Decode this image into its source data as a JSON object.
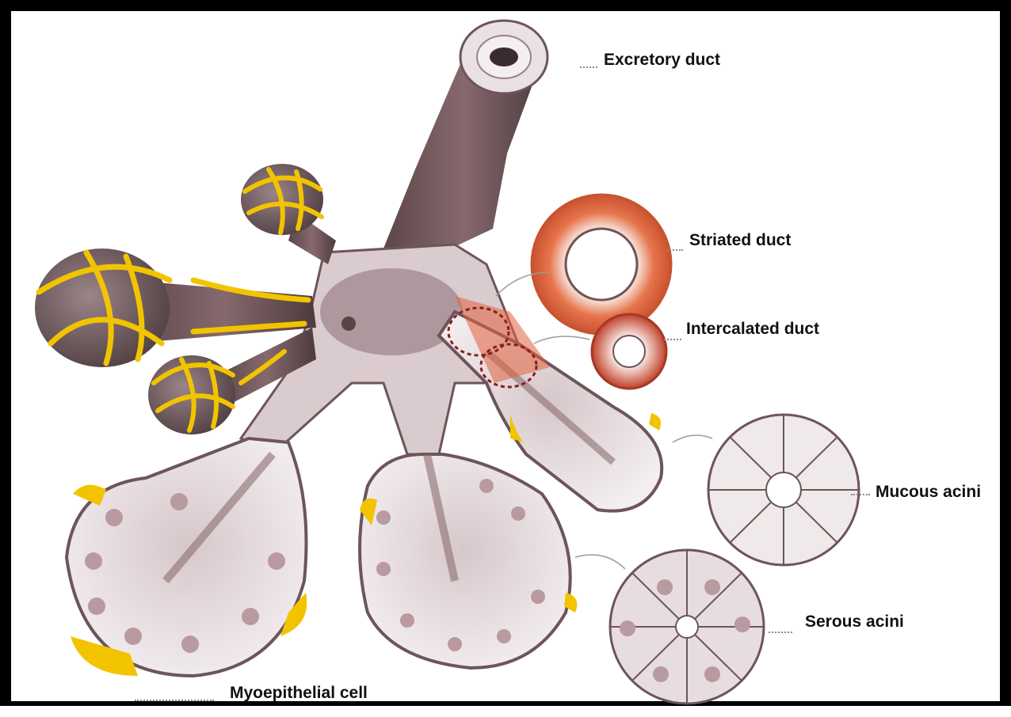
{
  "labels": {
    "excretory_duct": "Excretory duct",
    "striated_duct": "Striated duct",
    "intercalated_duct": "Intercalated duct",
    "mucous_acini": "Mucous acini",
    "serous_acini": "Serous acini",
    "myoepithelial_cell": "Myoepithelial cell"
  },
  "colors": {
    "frame": "#000000",
    "duct_brown": "#6e5358",
    "duct_dark": "#4a3a3d",
    "cell_pale": "#ebe2e4",
    "myoepithelial_yellow": "#f2c400",
    "striated_orange": "#e0623c",
    "nucleus": "#b99aa0"
  }
}
